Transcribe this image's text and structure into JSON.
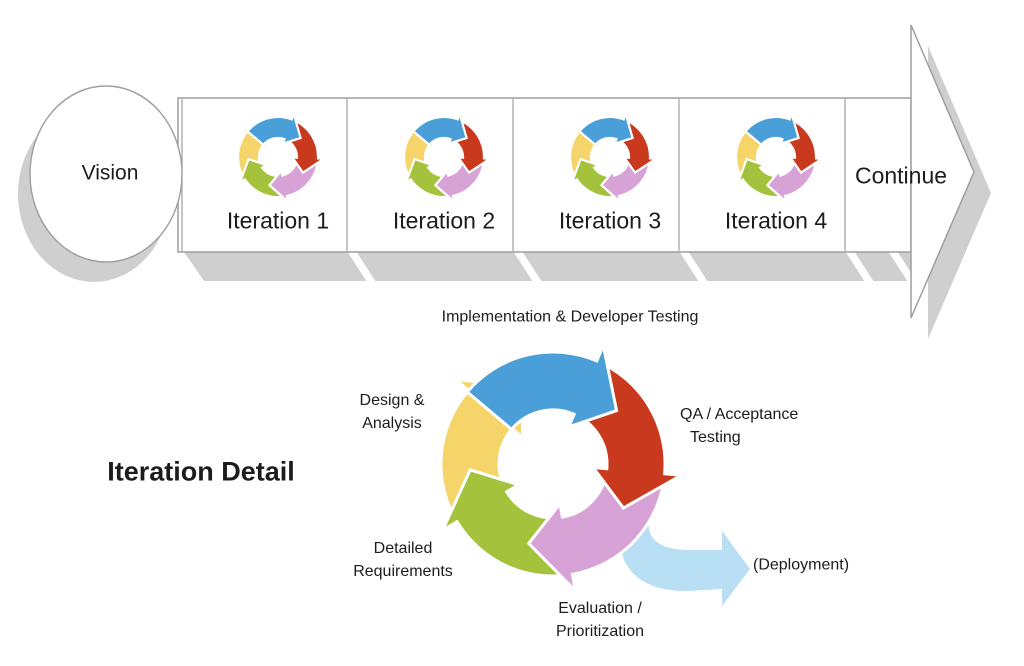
{
  "flow": {
    "vision_label": "Vision",
    "iterations": [
      {
        "label": "Iteration 1"
      },
      {
        "label": "Iteration 2"
      },
      {
        "label": "Iteration 3"
      },
      {
        "label": "Iteration 4"
      }
    ],
    "continue_label": "Continue"
  },
  "detail": {
    "heading": "Iteration Detail",
    "stages": [
      {
        "name": "implementation-developer-testing",
        "color": "#4A9FD8",
        "lines": [
          "Implementation & Developer Testing"
        ]
      },
      {
        "name": "qa-acceptance-testing",
        "color": "#C9391E",
        "lines": [
          "QA / Acceptance",
          "Testing"
        ]
      },
      {
        "name": "evaluation-prioritization",
        "color": "#D7A3D7",
        "lines": [
          "Evaluation /",
          "Prioritization"
        ]
      },
      {
        "name": "detailed-requirements",
        "color": "#A5C23C",
        "lines": [
          "Detailed",
          "Requirements"
        ]
      },
      {
        "name": "design-analysis",
        "color": "#F5D469",
        "lines": [
          "Design &",
          "Analysis"
        ]
      },
      {
        "name": "deployment",
        "color": "#B9DFF5",
        "lines": [
          "(Deployment)"
        ]
      }
    ]
  },
  "colors": {
    "cycle": {
      "blue": "#4A9FD8",
      "red": "#C9391E",
      "pink": "#D7A3D7",
      "green": "#A5C23C",
      "yellow": "#F5D469"
    },
    "deployment": "#B9DFF5",
    "shadow": "#CFCFCF",
    "outline": "#9E9E9E",
    "text": "#1C1C1C"
  }
}
